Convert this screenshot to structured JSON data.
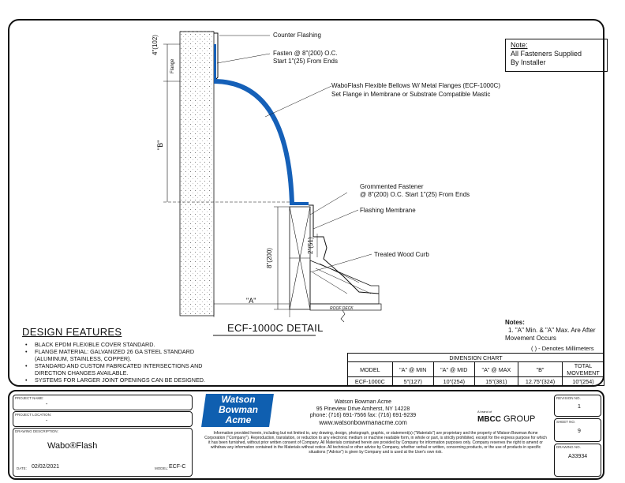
{
  "callouts": {
    "counter_flashing": "Counter Flashing",
    "fasten_1": "Fasten @ 8\"(200) O.C.",
    "fasten_2": "Start 1\"(25) From Ends",
    "wabo_1": "WaboFlash Flexible Bellows W/ Metal Flanges (ECF-1000C)",
    "wabo_2": "Set Flange in Membrane or Substrate Compatible Mastic",
    "grommet_1": "Grommented Fastener",
    "grommet_2": "@ 8\"(200) O.C. Start 1\"(25) From Ends",
    "flashing_membrane": "Flashing Membrane",
    "treated_wood": "Treated Wood Curb"
  },
  "dims": {
    "d4": "4\"(102)",
    "flange": "Flange",
    "b": "\"B\"",
    "d8": "8\"(200)",
    "d2": "2\"(51)",
    "a": "\"A\"",
    "roof": "ROOF DECK"
  },
  "note_box": {
    "heading": "Note:",
    "line1": "All Fasteners Supplied",
    "line2": "By Installer"
  },
  "design_features": {
    "title": "DESIGN FEATURES",
    "items": [
      "BLACK EPDM FLEXIBLE COVER STANDARD.",
      "FLANGE MATERIAL: GALVANIZED 26 GA STEEL STANDARD (ALUMINUM, STAINLESS, COPPER).",
      "STANDARD AND CUSTOM FABRICATED INTERSECTIONS AND DIRECTION CHANGES AVAILABLE.",
      "SYSTEMS FOR LARGER JOINT OPENINGS CAN BE DESIGNED."
    ]
  },
  "detail_title": "ECF-1000C DETAIL",
  "notes": {
    "heading": "Notes:",
    "line1": "1. \"A\" Min. & \"A\" Max. Are After",
    "line2": "Movement Occurs",
    "mm": "( ) - Denotes Millimeters"
  },
  "dimension_chart": {
    "caption": "DIMENSION CHART",
    "headers": [
      "MODEL",
      "\"A\" @ MIN",
      "\"A\" @ MID",
      "\"A\" @ MAX",
      "\"B\"",
      "TOTAL MOVEMENT"
    ],
    "rows": [
      [
        "ECF-1000C",
        "5\"(127)",
        "10\"(254)",
        "15\"(381)",
        "12.75\"(324)",
        "10\"(254)"
      ]
    ]
  },
  "title_block": {
    "project_name_label": "PROJECT NAME:",
    "project_name": "-",
    "project_location_label": "PROJECT LOCATION:",
    "project_location": "-",
    "drawing_desc_label": "DRAWING DESCRIPTION:",
    "drawing_desc": "Wabo®Flash",
    "date_label": "DATE:",
    "date": "02/02/2021",
    "model_label": "MODEL:",
    "model": "ECF-C",
    "revision_label": "REVISION NO.",
    "revision": "1",
    "sheet_label": "SHEET NO.",
    "sheet": "9",
    "drawing_no_label": "DRAWING NO.",
    "drawing_no": "A33934"
  },
  "company": {
    "logo_line1": "Watson",
    "logo_line2": "Bowman",
    "logo_line3": "Acme",
    "name": "Watson Bowman Acme",
    "address": "95 Pineview Drive Amherst, NY 14228",
    "phone": "phone: (716) 691-7566  fax: (716) 691-9239",
    "web": "www.watsonbowmanacme.com",
    "group_small": "A brand of",
    "group_bold": "MBCC",
    "group_rest": " GROUP",
    "disclaimer": "Information provided herein, including but not limited to, any drawing, design, photograph, graphic, or statement(s) (\"Materials\") are proprietary and the property of Watson Bowman Acme Corporation (\"Company\"). Reproduction, translation, or reduction to any electronic medium or machine readable form, in whole or part, is strictly prohibited, except for the express purpose for which it has been furnished, without prior written consent of Company. All Materials contained herein are provided by Company for information purposes only. Company reserves the right to amend or withdraw any information contained in the Materials without notice. All technical or other advice by Company, whether verbal or written, concerning products, or the use of products in specific situations (\"Advice\") is given by Company and is used at the User's own risk."
  },
  "colors": {
    "bellows": "#1560b8",
    "logo": "#0f5fb0",
    "line": "#111111"
  }
}
